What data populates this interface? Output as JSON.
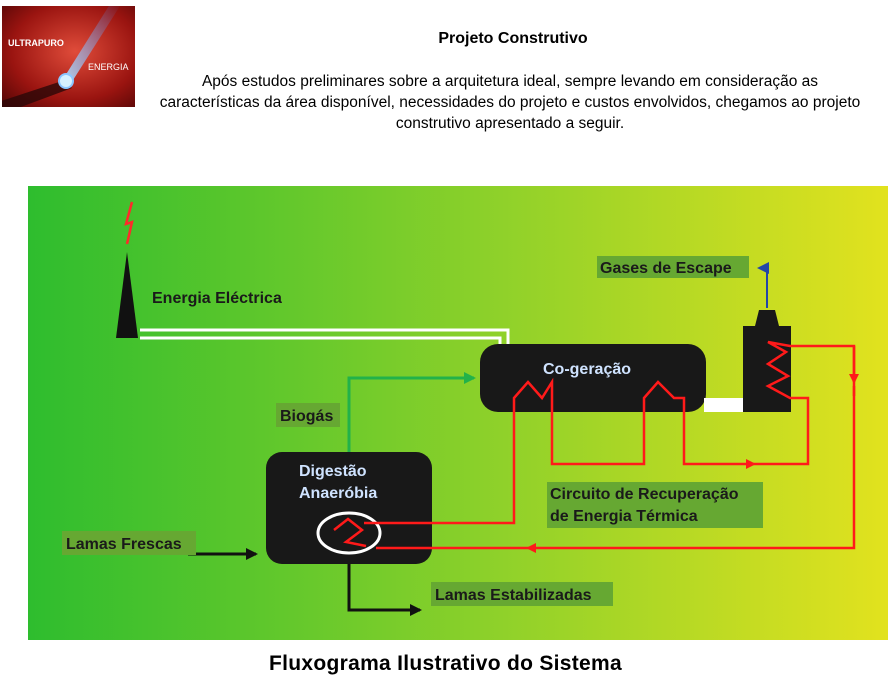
{
  "logo": {
    "line1": "ULTRAPURO",
    "line2": "ENERGIA"
  },
  "header": {
    "title": "Projeto Construtivo",
    "intro": "Após estudos preliminares sobre a arquitetura ideal, sempre levando em consideração as características da área disponível, necessidades do projeto e custos envolvidos, chegamos ao projeto construtivo apresentado a seguir."
  },
  "diagram": {
    "energia": "Energia Eléctrica",
    "gases": "Gases de Escape",
    "cogeracao": "Co-geração",
    "biogas": "Biogás",
    "digestao_1": "Digestão",
    "digestao_2": "Anaeróbia",
    "circuito_1": "Circuito de Recuperação",
    "circuito_2": "de Energia Térmica",
    "lamas_frescas": "Lamas Frescas",
    "lamas_estab": "Lamas Estabilizadas",
    "colors": {
      "gradient_left": "#2ebd2e",
      "gradient_right": "#e2e21e",
      "hot": "#ff1a1a",
      "biogas": "#22b24a",
      "label_bg": "#66a832"
    }
  },
  "caption": "Fluxograma Ilustrativo do Sistema"
}
